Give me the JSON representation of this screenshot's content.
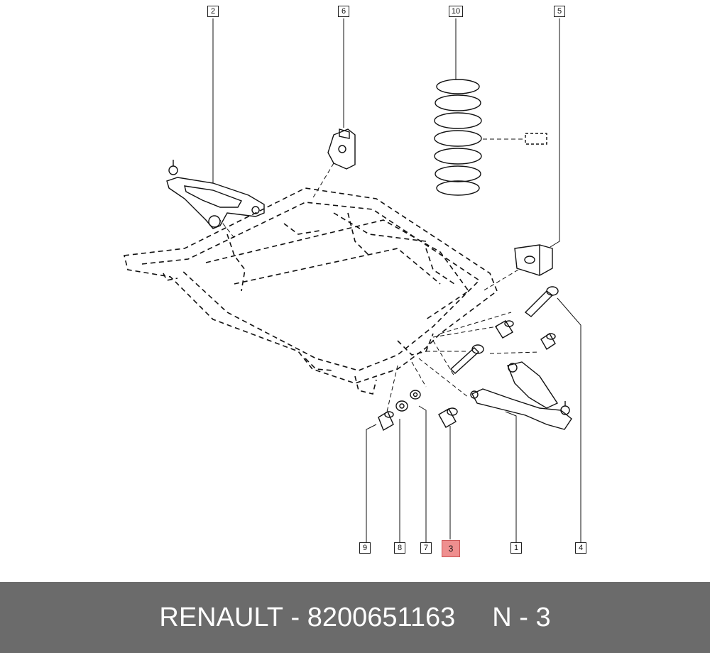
{
  "callouts": [
    {
      "id": "c2",
      "label": "2"
    },
    {
      "id": "c6",
      "label": "6"
    },
    {
      "id": "c10",
      "label": "10"
    },
    {
      "id": "c5",
      "label": "5"
    },
    {
      "id": "c9",
      "label": "9"
    },
    {
      "id": "c8",
      "label": "8"
    },
    {
      "id": "c7",
      "label": "7"
    },
    {
      "id": "c3",
      "label": "3"
    },
    {
      "id": "c1",
      "label": "1"
    },
    {
      "id": "c4",
      "label": "4"
    }
  ],
  "highlighted_callout": "3",
  "colors": {
    "highlight": "#ef8f8f",
    "footer_bg": "#6b6b6b",
    "footer_text": "#ffffff"
  },
  "footer": {
    "brand": "RENAULT",
    "separator": "-",
    "part_number": "8200651163",
    "position": "N - 3"
  }
}
